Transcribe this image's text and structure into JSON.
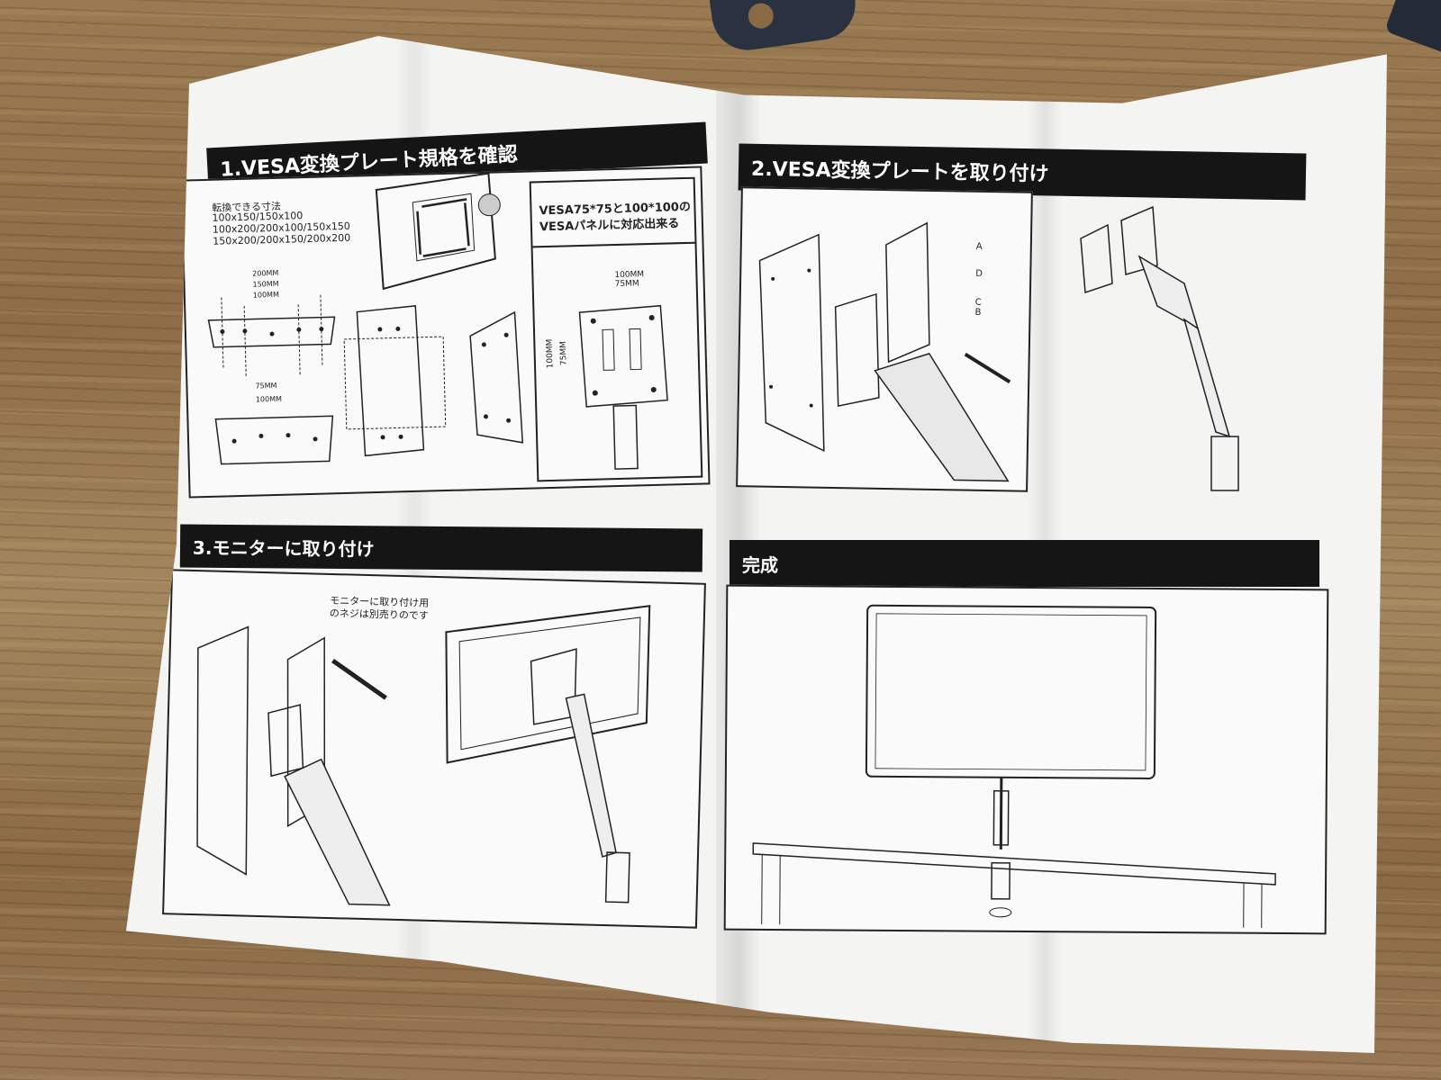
{
  "sections": [
    {
      "title": "1.VESA変換プレート規格を確認"
    },
    {
      "title": "2.VESA変換プレートを取り付け"
    },
    {
      "title": "3.モニターに取り付け"
    },
    {
      "title": "完成"
    }
  ],
  "sizes": {
    "heading": "転換できる寸法",
    "lines": [
      "100x150/150x100",
      "100x200/200x100/150x150",
      "150x200/200x150/200x200"
    ]
  },
  "dims": {
    "d200": "200MM",
    "d150": "150MM",
    "d100": "100MM",
    "d75": "75MM",
    "d100b": "100MM"
  },
  "compat": {
    "line1": "VESA75*75と100*100の",
    "line2": "VESAパネルに対応出来る",
    "w100": "100MM",
    "w75": "75MM",
    "h100": "100MM",
    "h75": "75MM"
  },
  "parts": [
    "A",
    "D",
    "C",
    "B"
  ],
  "note": {
    "line1": "モニターに取り付け用",
    "line2": "のネジは別売りのです"
  }
}
